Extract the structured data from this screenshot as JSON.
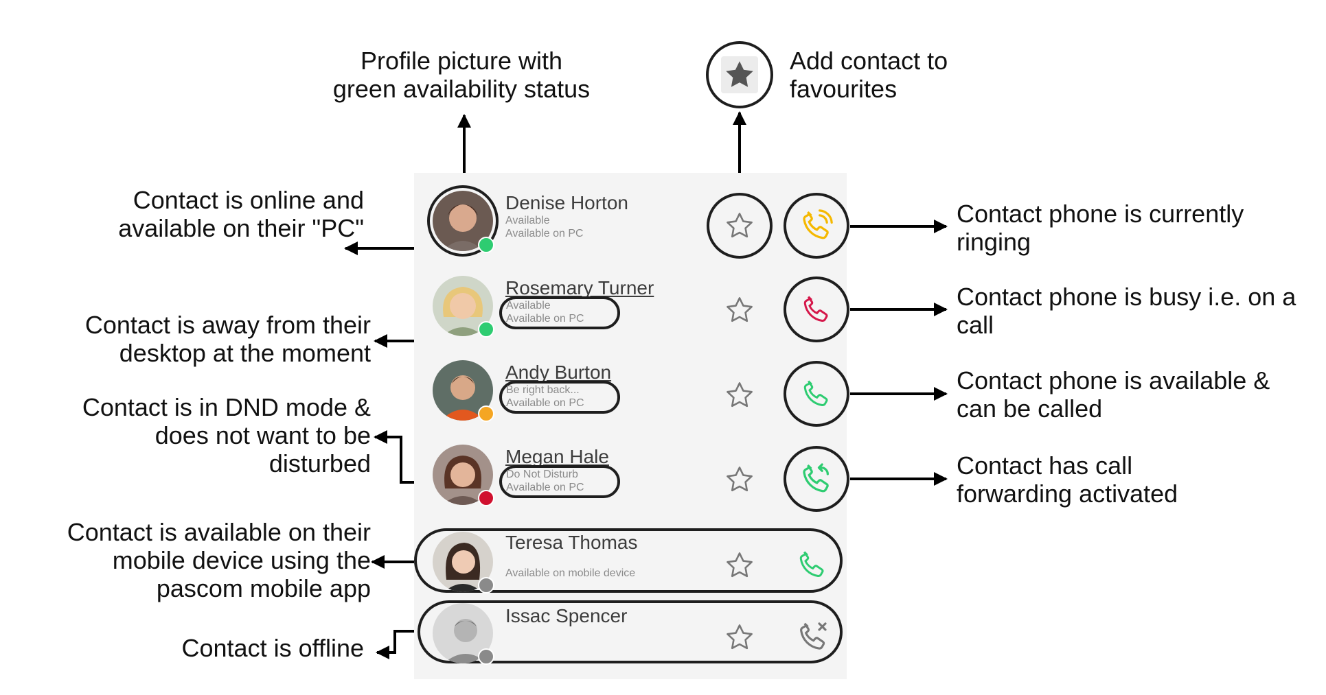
{
  "annotations": {
    "profile": [
      "Profile picture with",
      "green availability status"
    ],
    "favourites": [
      "Add contact to",
      "favourites"
    ],
    "online_pc": [
      "Contact is online and",
      "available on their \"PC\""
    ],
    "away": [
      "Contact is away from their",
      "desktop at the moment"
    ],
    "dnd": [
      "Contact is in DND mode &",
      "does not want to be",
      "disturbed"
    ],
    "mobile": [
      "Contact is available on their",
      "mobile device using the",
      "pascom mobile app"
    ],
    "offline": [
      "Contact is offline"
    ],
    "ringing": [
      "Contact phone is currently",
      "ringing"
    ],
    "busy": [
      "Contact phone is busy i.e. on a",
      "call"
    ],
    "phone_available": [
      "Contact phone is available &",
      "can be called"
    ],
    "forwarding": [
      "Contact has call",
      "forwarding activated"
    ]
  },
  "contacts": [
    {
      "name": "Denise Horton",
      "status": "Available",
      "device": "Available on PC",
      "presence_color": "#2ecc71",
      "phone_state": "ringing",
      "phone_color": "#f5b800"
    },
    {
      "name": "Rosemary Turner",
      "status": "Available",
      "device": "Available on PC",
      "presence_color": "#2ecc71",
      "phone_state": "busy",
      "phone_color": "#d5174a"
    },
    {
      "name": "Andy Burton",
      "status": "Be right back...",
      "device": "Available on PC",
      "presence_color": "#f5a623",
      "phone_state": "available",
      "phone_color": "#2ecc71"
    },
    {
      "name": "Megan Hale",
      "status": "Do Not Disturb",
      "device": "Available on PC",
      "presence_color": "#d0102e",
      "phone_state": "forwarding",
      "phone_color": "#2ecc71"
    },
    {
      "name": "Teresa Thomas",
      "status": "",
      "device": "Available on mobile device",
      "presence_color": "#8a8a8a",
      "phone_state": "available",
      "phone_color": "#2ecc71"
    },
    {
      "name": "Issac Spencer",
      "status": "",
      "device": "",
      "presence_color": "#8a8a8a",
      "phone_state": "offline",
      "phone_color": "#777777"
    }
  ],
  "icons": {
    "star": "star-outline-icon",
    "star_filled": "star-filled-icon",
    "phone": "phone-icon",
    "phone_ringing": "phone-ringing-icon",
    "phone_forward": "phone-forward-icon",
    "phone_offline": "phone-offline-icon"
  }
}
